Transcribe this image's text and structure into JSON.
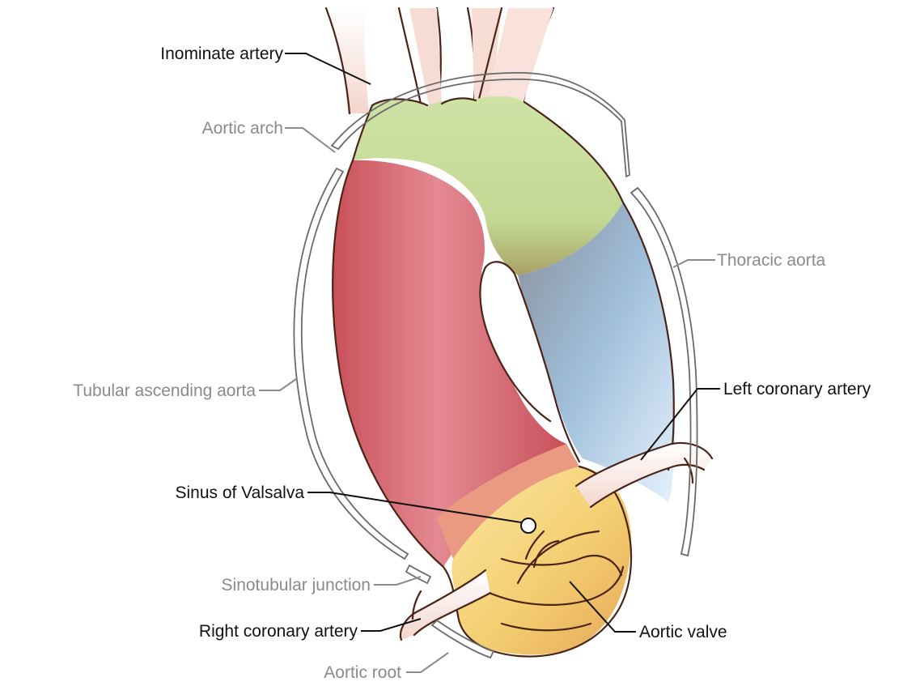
{
  "labels": {
    "inominate_artery": "Inominate artery",
    "aortic_arch": "Aortic arch",
    "thoracic_aorta": "Thoracic aorta",
    "tubular_ascending_aorta": "Tubular ascending aorta",
    "left_coronary_artery": "Left coronary artery",
    "sinus_of_valsalva": "Sinus of Valsalva",
    "sinotubular_junction": "Sinotubular junction",
    "right_coronary_artery": "Right coronary artery",
    "aortic_valve": "Aortic valve",
    "aortic_root": "Aortic root"
  },
  "colors": {
    "arch_green": "#c9dd9c",
    "ascending_red": "#d9727a",
    "thoracic_blue": "#8cc6ec",
    "sinus_salmon": "#eda17d",
    "root_yellow": "#f7d57a",
    "vessel_pink": "#f6dcd4",
    "black_label": "#111111",
    "gray_label": "#8a8a8a"
  }
}
